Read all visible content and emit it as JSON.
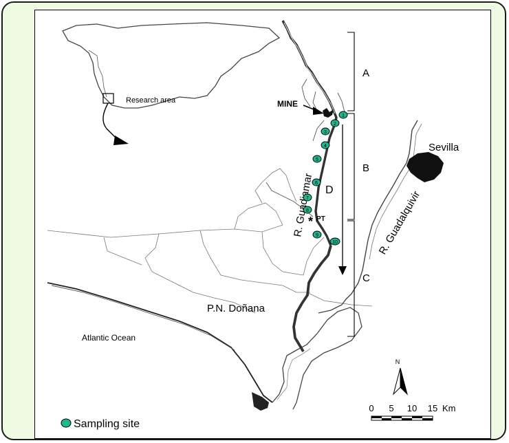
{
  "map": {
    "inset_label": "Research area",
    "mine_label": "MINE",
    "pt_label": "PT",
    "pt_marker": "*",
    "d_label": "D",
    "sevilla_label": "Sevilla",
    "guadiamar_label": "R. Guadiamar",
    "guadalquivir_label": "R. Guadalquivir",
    "donana_label": "P.N. Doñana",
    "ocean_label": "Atlantic Ocean",
    "zones": [
      "A",
      "B",
      "C"
    ],
    "north_label": "N",
    "scale": {
      "ticks": [
        "0",
        "5",
        "10",
        "15"
      ],
      "unit": "Km"
    },
    "legend": {
      "label": "Sampling site",
      "color": "#1fb58f"
    },
    "sites": [
      "1",
      "2",
      "3",
      "4",
      "5",
      "6",
      "7",
      "8",
      "9",
      "10"
    ],
    "colors": {
      "frame_bg": "#eefbe2",
      "site": "#1fb58f",
      "river": "#333333"
    }
  }
}
